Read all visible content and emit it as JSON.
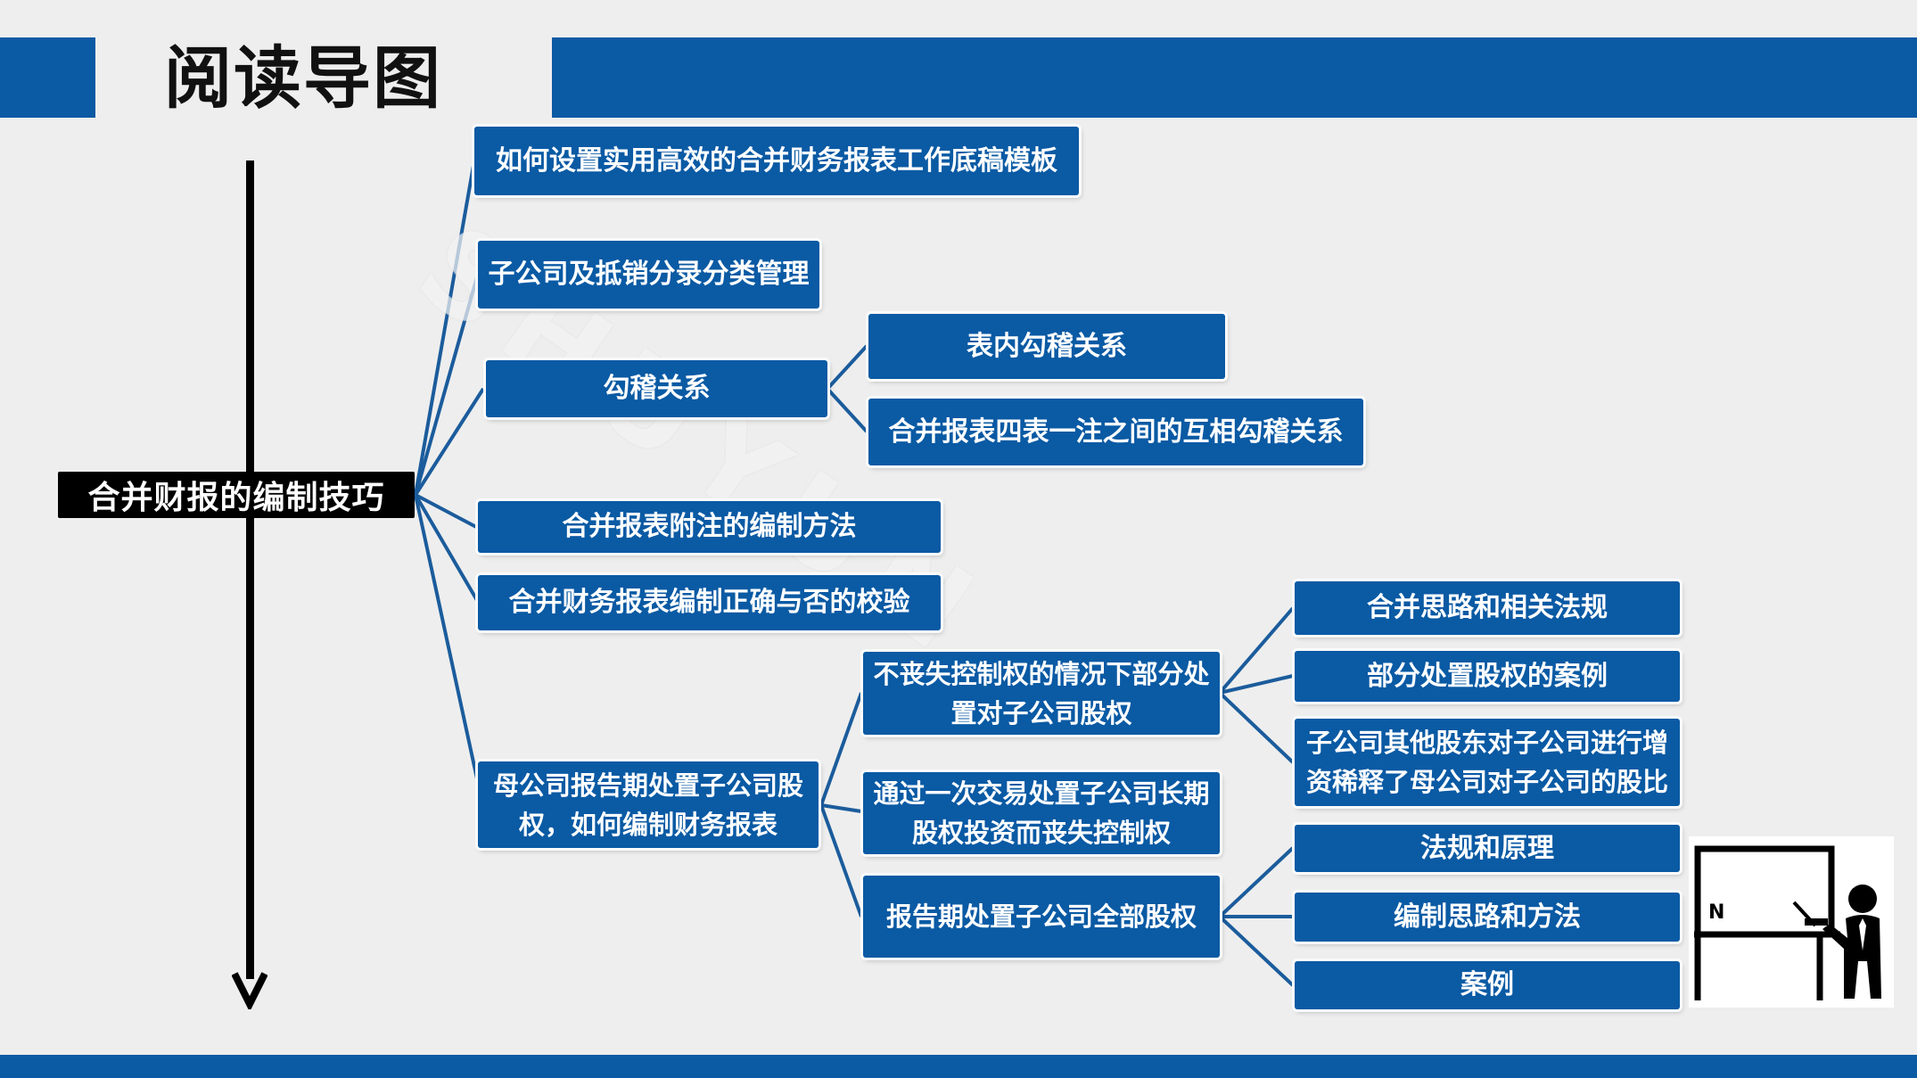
{
  "header": {
    "title": "阅读导图"
  },
  "watermark": {
    "text": "SHUYUN"
  },
  "root": {
    "label": "合并财报的编制技巧"
  },
  "branches": [
    {
      "label": "如何设置实用高效的合并财务报表工作底稿模板"
    },
    {
      "label": "子公司及抵销分录分类管理"
    },
    {
      "label": "勾稽关系",
      "children": [
        {
          "label": "表内勾稽关系"
        },
        {
          "label": "合并报表四表一注之间的互相勾稽关系"
        }
      ]
    },
    {
      "label": "合并报表附注的编制方法"
    },
    {
      "label": "合并财务报表编制正确与否的校验"
    },
    {
      "label": "母公司报告期处置子公司股权，如何编制财务报表",
      "children": [
        {
          "label": "不丧失控制权的情况下部分处置对子公司股权",
          "children": [
            {
              "label": "合并思路和相关法规"
            },
            {
              "label": "部分处置股权的案例"
            },
            {
              "label": "子公司其他股东对子公司进行增资稀释了母公司对子公司的股比"
            }
          ]
        },
        {
          "label": "通过一次交易处置子公司长期股权投资而丧失控制权"
        },
        {
          "label": "报告期处置子公司全部股权",
          "children": [
            {
              "label": "法规和原理"
            },
            {
              "label": "编制思路和方法"
            },
            {
              "label": "案例"
            }
          ]
        }
      ]
    }
  ],
  "colors": {
    "brand_blue": "#0a5aa4",
    "root_black": "#000000",
    "background": "#eeeeee"
  },
  "icons": {
    "presenter": "teacher-at-whiteboard-icon"
  }
}
